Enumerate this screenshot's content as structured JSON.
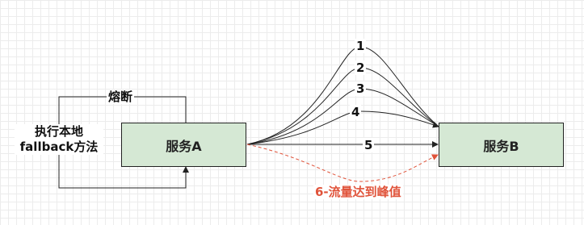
{
  "nodes": {
    "service_a": "服务A",
    "service_b": "服务B"
  },
  "labels": {
    "circuit_breaker": "熔断",
    "fallback_line1": "执行本地",
    "fallback_line2": "fallback方法",
    "req1": "1",
    "req2": "2",
    "req3": "3",
    "req4": "4",
    "req5": "5",
    "req6": "6-流量达到峰值"
  },
  "colors": {
    "node_fill": "#d5e8d4",
    "line": "#222222",
    "alert": "#e0533a"
  }
}
